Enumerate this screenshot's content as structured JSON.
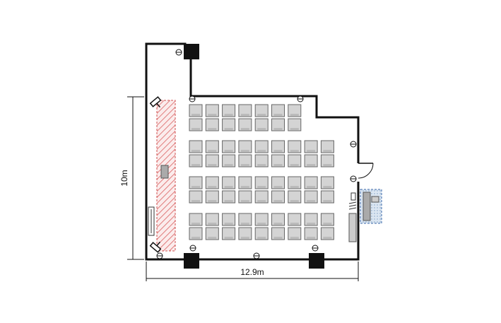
{
  "dimensions": {
    "width_label": "12.9m",
    "height_label": "10m"
  },
  "seating": {
    "rows": [
      {
        "desks": 7
      },
      {
        "desks": 9
      },
      {
        "desks": 9
      },
      {
        "desks": 9
      }
    ]
  },
  "colors": {
    "wall": "#111111",
    "desk": "#d4d4d4",
    "desk_stroke": "#666666",
    "stage_hatch": "#e07b7b",
    "booth": "#bcd0e6"
  },
  "icons": [
    "ceiling-light-icon",
    "speaker-icon",
    "door-icon",
    "pillar-icon",
    "projector-screen-icon"
  ]
}
